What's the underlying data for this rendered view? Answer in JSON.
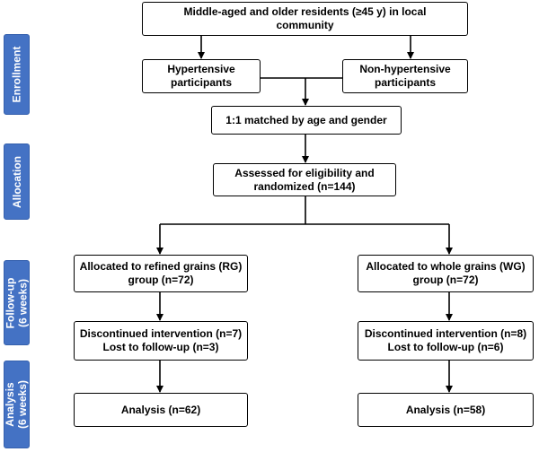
{
  "phases": {
    "enrollment": "Enrollment",
    "allocation": "Allocation",
    "followup": "Follow-up\n(6 weeks)",
    "analysis": "Analysis\n(6 weeks)"
  },
  "boxes": {
    "residents": "Middle-aged and older residents (≥45 y) in local\ncommunity",
    "hypertensive": "Hypertensive\nparticipants",
    "non_hypertensive": "Non-hypertensive\nparticipants",
    "matched": "1:1 matched by age and gender",
    "assessed": "Assessed for eligibility and\nrandomized (n=144)",
    "rg_group": "Allocated to refined grains (RG)\ngroup (n=72)",
    "wg_group": "Allocated to whole grains (WG)\ngroup (n=72)",
    "rg_discontinued": "Discontinued intervention (n=7)\nLost to follow-up (n=3)",
    "wg_discontinued": "Discontinued intervention (n=8)\nLost to follow-up (n=6)",
    "rg_analysis": "Analysis (n=62)",
    "wg_analysis": "Analysis (n=58)"
  }
}
